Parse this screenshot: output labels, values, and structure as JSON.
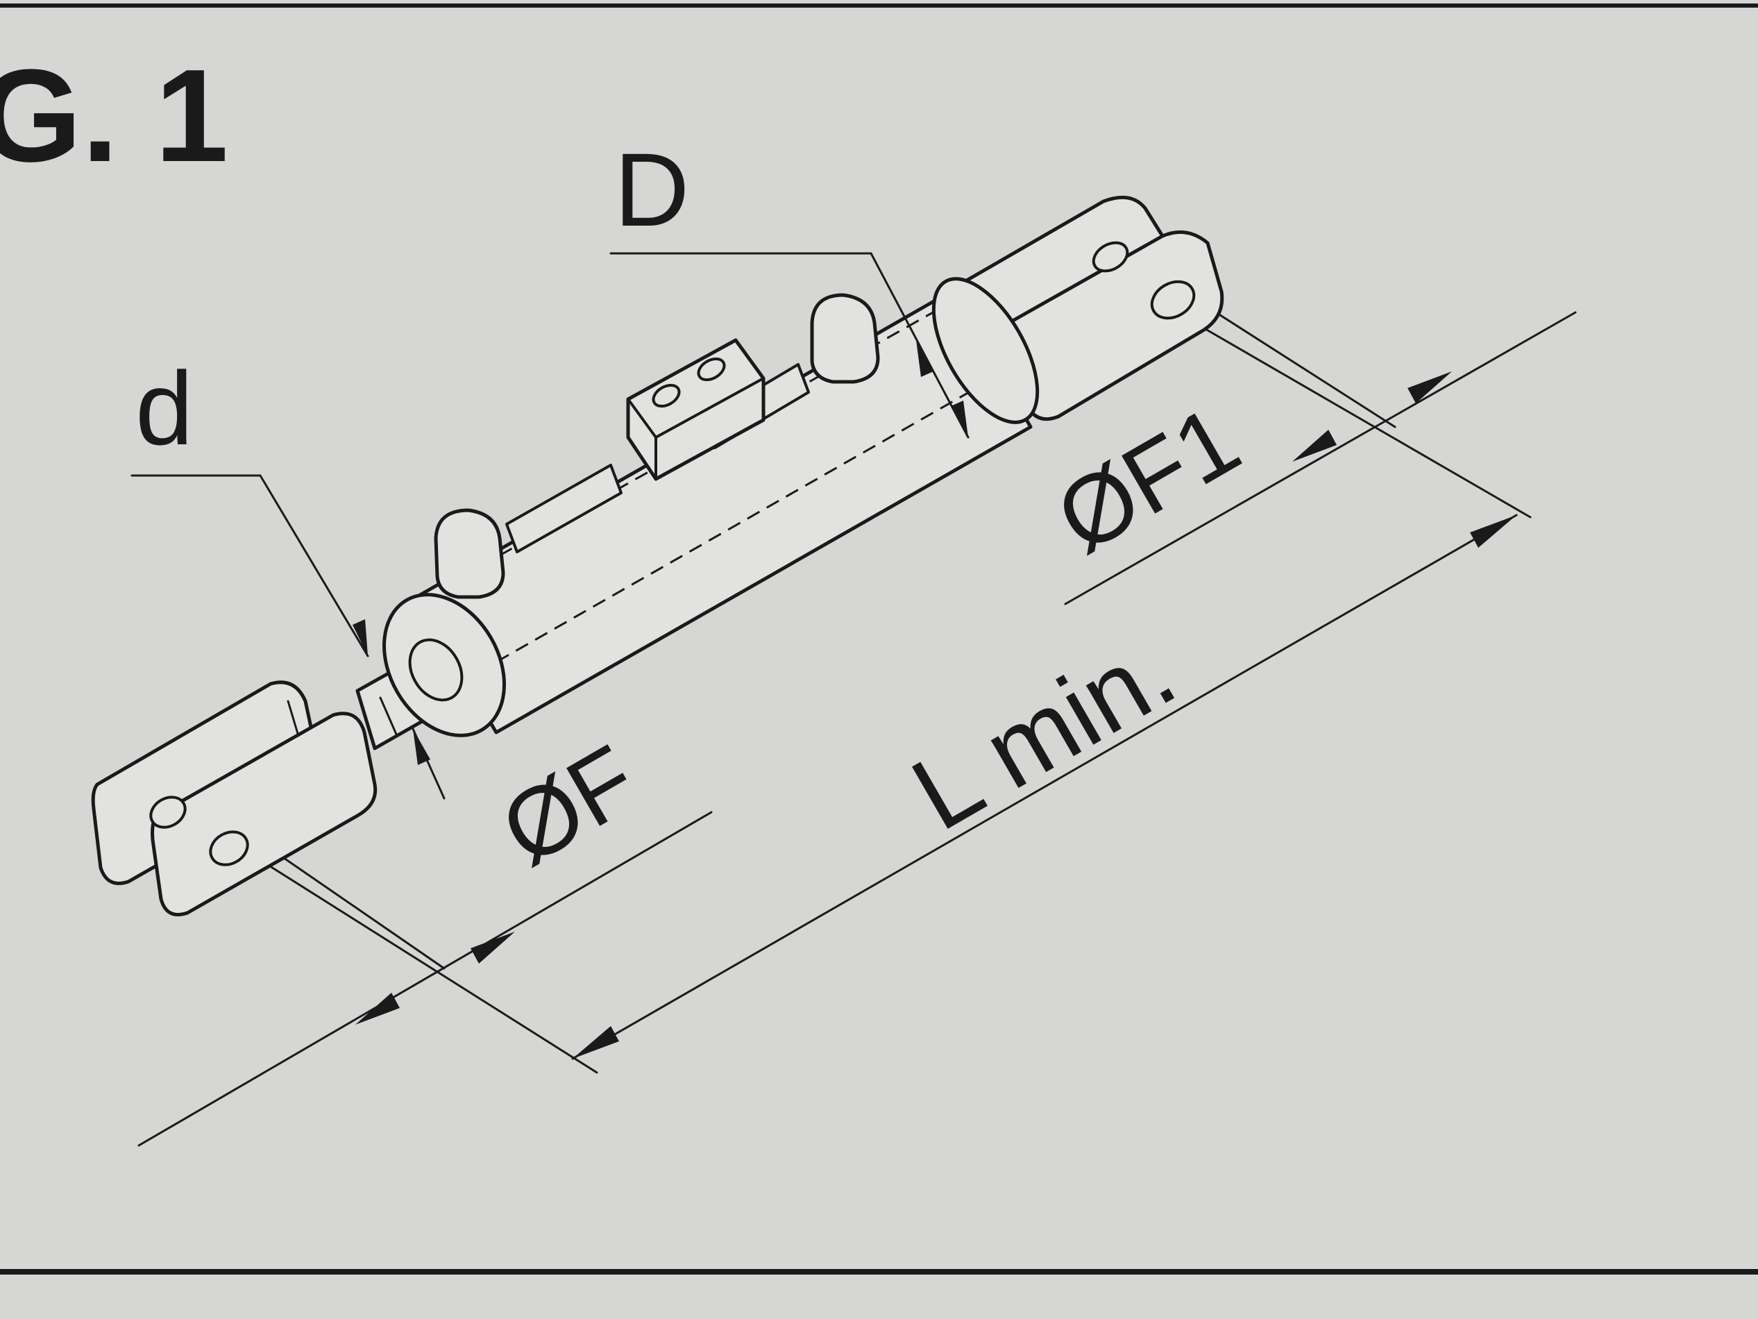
{
  "figure": {
    "heading": "G. 1",
    "labels": {
      "rod_diameter": "d",
      "bore_diameter": "D",
      "pin_diameter_rod_end": "ØF",
      "pin_diameter_cylinder_end": "ØF1",
      "min_length": "L min."
    }
  },
  "colors": {
    "paper": "#d6d6d4",
    "ink": "#1a1a1a",
    "part_fill": "#e2e2e0"
  }
}
